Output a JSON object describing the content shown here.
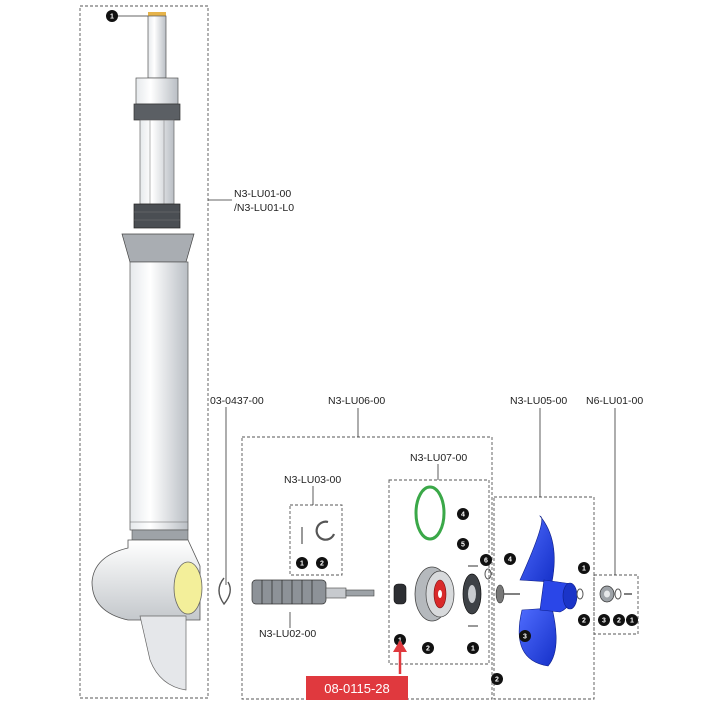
{
  "diagram": {
    "labels": {
      "n3_lu01_a": "N3-LU01-00",
      "n3_lu01_b": "/N3-LU01-L0",
      "part_0437": "03-0437-00",
      "n3_lu06": "N3-LU06-00",
      "n3_lu05": "N3-LU05-00",
      "n6_lu01": "N6-LU01-00",
      "n3_lu07": "N3-LU07-00",
      "n3_lu03": "N3-LU03-00",
      "n3_lu02": "N3-LU02-00"
    },
    "callout": {
      "text": "08-0115-28",
      "color": "#e0393e"
    },
    "markers": [
      "1",
      "1",
      "2",
      "1",
      "2",
      "4",
      "5",
      "6",
      "1",
      "2",
      "4",
      "3",
      "1",
      "2",
      "3",
      "2",
      "1"
    ],
    "colors": {
      "propeller": "#1f3fe0",
      "oring": "#3aa848",
      "hub_ring": "#d92a2a",
      "nozzle": "#f3ef9a"
    }
  }
}
